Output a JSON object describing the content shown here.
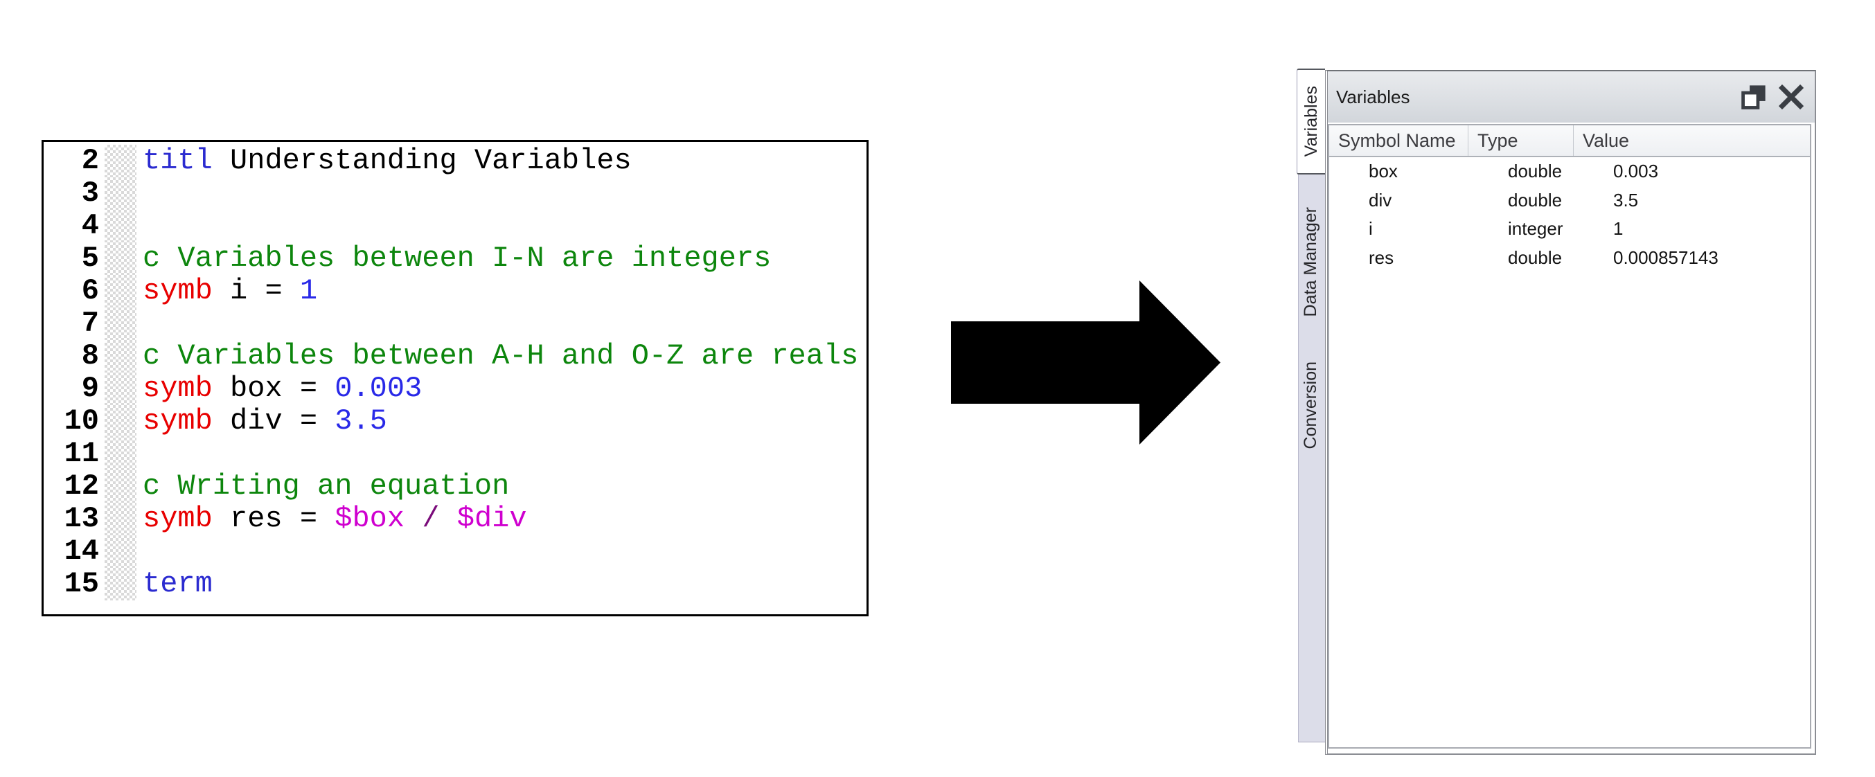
{
  "code_editor": {
    "palette": {
      "keyword": "#2b2bd0",
      "number": "#2929e8",
      "command": "#e80000",
      "comment": "#0d860d",
      "variable": "#cf00cf",
      "operator": "#7a0b7a",
      "text": "#000000"
    },
    "lines": [
      {
        "n": "2",
        "seg": [
          {
            "t": "titl",
            "c": "keyword"
          },
          {
            "t": " Understanding Variables",
            "c": "text"
          }
        ]
      },
      {
        "n": "3",
        "seg": []
      },
      {
        "n": "4",
        "seg": []
      },
      {
        "n": "5",
        "seg": [
          {
            "t": "c Variables between I-N are integers",
            "c": "comment"
          }
        ]
      },
      {
        "n": "6",
        "seg": [
          {
            "t": "symb",
            "c": "command"
          },
          {
            "t": " i = ",
            "c": "text"
          },
          {
            "t": "1",
            "c": "number"
          }
        ]
      },
      {
        "n": "7",
        "seg": []
      },
      {
        "n": "8",
        "seg": [
          {
            "t": "c Variables between A-H and O-Z are reals",
            "c": "comment"
          }
        ]
      },
      {
        "n": "9",
        "seg": [
          {
            "t": "symb",
            "c": "command"
          },
          {
            "t": " box = ",
            "c": "text"
          },
          {
            "t": "0.003",
            "c": "number"
          }
        ]
      },
      {
        "n": "10",
        "seg": [
          {
            "t": "symb",
            "c": "command"
          },
          {
            "t": " div = ",
            "c": "text"
          },
          {
            "t": "3.5",
            "c": "number"
          }
        ]
      },
      {
        "n": "11",
        "seg": []
      },
      {
        "n": "12",
        "seg": [
          {
            "t": "c Writing an equation",
            "c": "comment"
          }
        ]
      },
      {
        "n": "13",
        "seg": [
          {
            "t": "symb",
            "c": "command"
          },
          {
            "t": " res = ",
            "c": "text"
          },
          {
            "t": "$box",
            "c": "variable"
          },
          {
            "t": " ",
            "c": "text"
          },
          {
            "t": "/",
            "c": "operator"
          },
          {
            "t": " ",
            "c": "text"
          },
          {
            "t": "$div",
            "c": "variable"
          }
        ]
      },
      {
        "n": "14",
        "seg": []
      },
      {
        "n": "15",
        "seg": [
          {
            "t": "term",
            "c": "keyword"
          }
        ]
      }
    ]
  },
  "panel": {
    "title": "Variables",
    "window_icons": {
      "float": "float-icon",
      "close": "close-icon"
    },
    "tabs": [
      {
        "label": "Variables",
        "active": true
      },
      {
        "label": "Data Manager",
        "active": false
      },
      {
        "label": "Conversion",
        "active": false
      }
    ],
    "table": {
      "columns": [
        "Symbol Name",
        "Type",
        "Value"
      ],
      "rows": [
        {
          "symbol": "box",
          "type": "double",
          "value": "0.003"
        },
        {
          "symbol": "div",
          "type": "double",
          "value": "3.5"
        },
        {
          "symbol": "i",
          "type": "integer",
          "value": "1"
        },
        {
          "symbol": "res",
          "type": "double",
          "value": "0.000857143"
        }
      ]
    }
  },
  "colors": {
    "tab_strip_bg": "#dcdde9",
    "titlebar_top": "#e9ebee",
    "titlebar_bottom": "#d2d6db",
    "icon": "#3a3e44",
    "code_border": "#000000",
    "arrow": "#000000"
  }
}
